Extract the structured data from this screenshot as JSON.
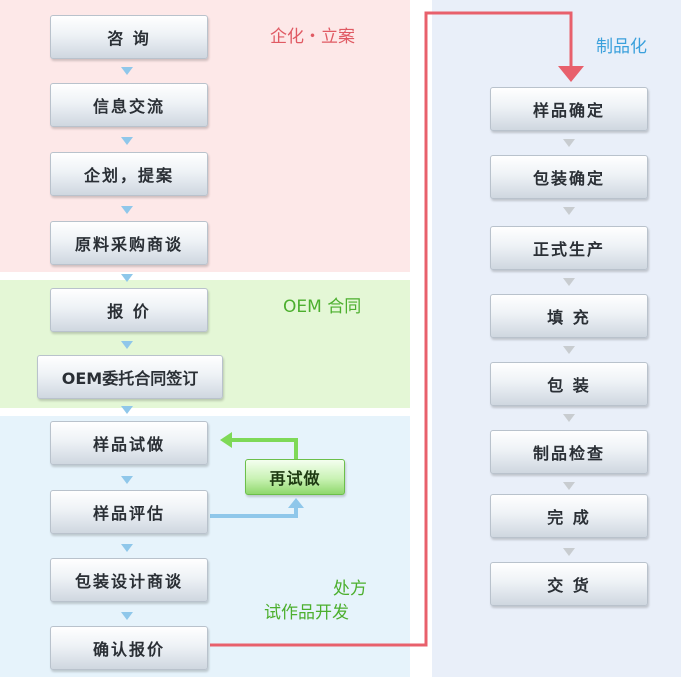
{
  "sections": {
    "planning": "企化・立案",
    "oem": "OEM 合同",
    "dev_line1": "处方",
    "dev_line2": "试作品开发",
    "production": "制品化"
  },
  "left_steps": [
    "咨 询",
    "信息交流",
    "企划，提案",
    "原料采购商谈",
    "报 价",
    "OEM委托合同签订",
    "样品试做",
    "样品评估",
    "包装设计商谈",
    "确认报价"
  ],
  "retry_label": "再试做",
  "right_steps": [
    "样品确定",
    "包装确定",
    "正式生产",
    "填 充",
    "包 装",
    "制品检查",
    "完 成",
    "交 货"
  ],
  "colors": {
    "planning_bg": "#fde8e8",
    "oem_bg": "#e4f7d6",
    "dev_bg": "#e6f3fb",
    "production_bg": "#e9eff9",
    "connector_red": "#e8606c"
  }
}
